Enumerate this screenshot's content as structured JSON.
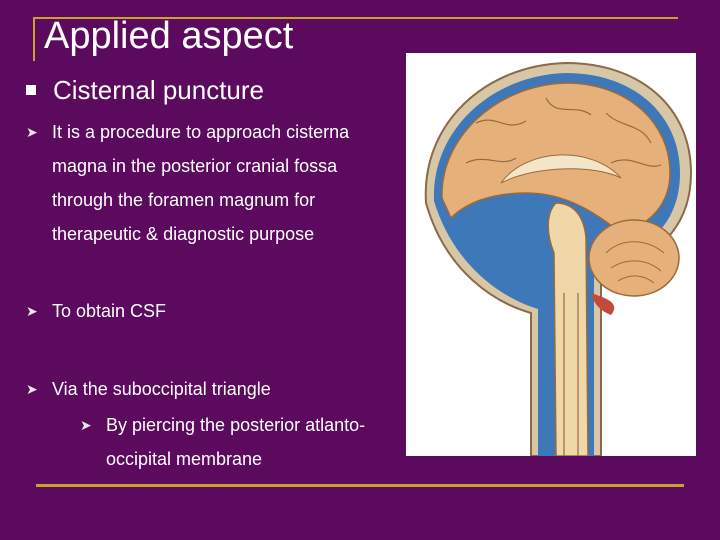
{
  "slide": {
    "title": "Applied aspect",
    "heading": "Cisternal puncture",
    "bullets": [
      "It is a procedure to approach cisterna magna in the posterior cranial fossa through the foramen magnum for therapeutic & diagnostic purpose",
      "To obtain CSF",
      "Via the suboccipital triangle"
    ],
    "sub_bullet": "By piercing the posterior atlanto-occipital membrane"
  },
  "icons": {
    "heading_bullet": "square-bullet-icon",
    "list_bullet": "arrowhead-bullet-icon"
  },
  "colors": {
    "background": "#5b0a5e",
    "accent_rule": "#c9a227",
    "text": "#ffffff"
  }
}
